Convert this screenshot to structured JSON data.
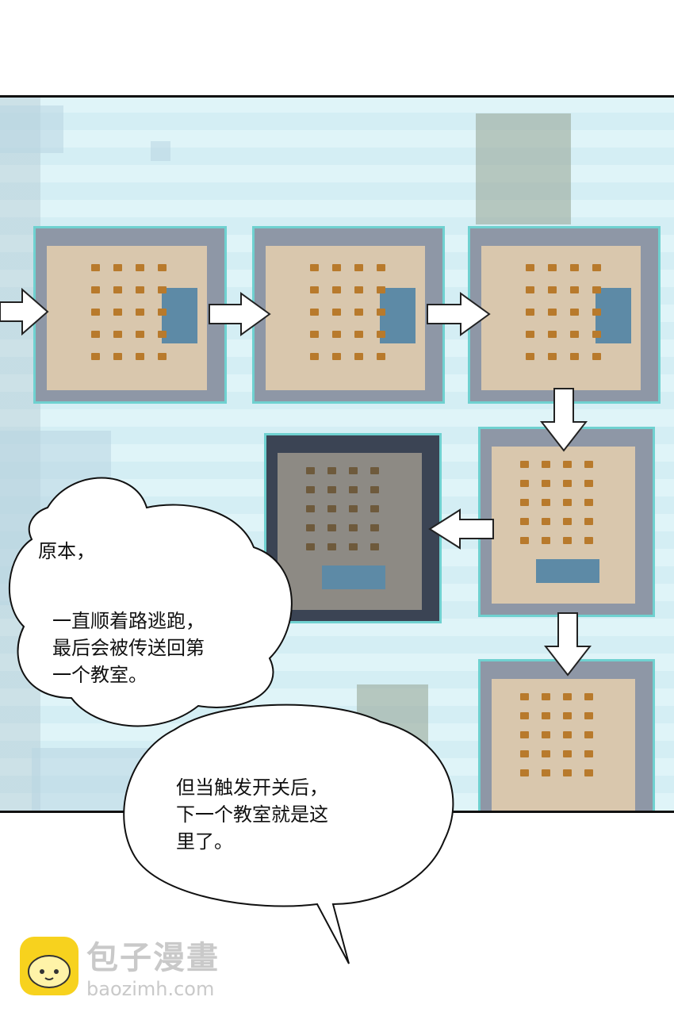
{
  "bubbles": {
    "first": {
      "line1": "原本，",
      "line2": "一直顺着路逃跑，\n最后会被传送回第\n一个教室。"
    },
    "second": {
      "text": "但当触发开关后，\n下一个教室就是这\n里了。"
    }
  },
  "watermark": {
    "title": "包子漫畫",
    "url": "baozimh.com"
  },
  "colors": {
    "room_border": "#6fd1d0",
    "floor": "#d9c7ad",
    "desk": "#b87a2c",
    "watermark_logo": "#f7d21e"
  }
}
